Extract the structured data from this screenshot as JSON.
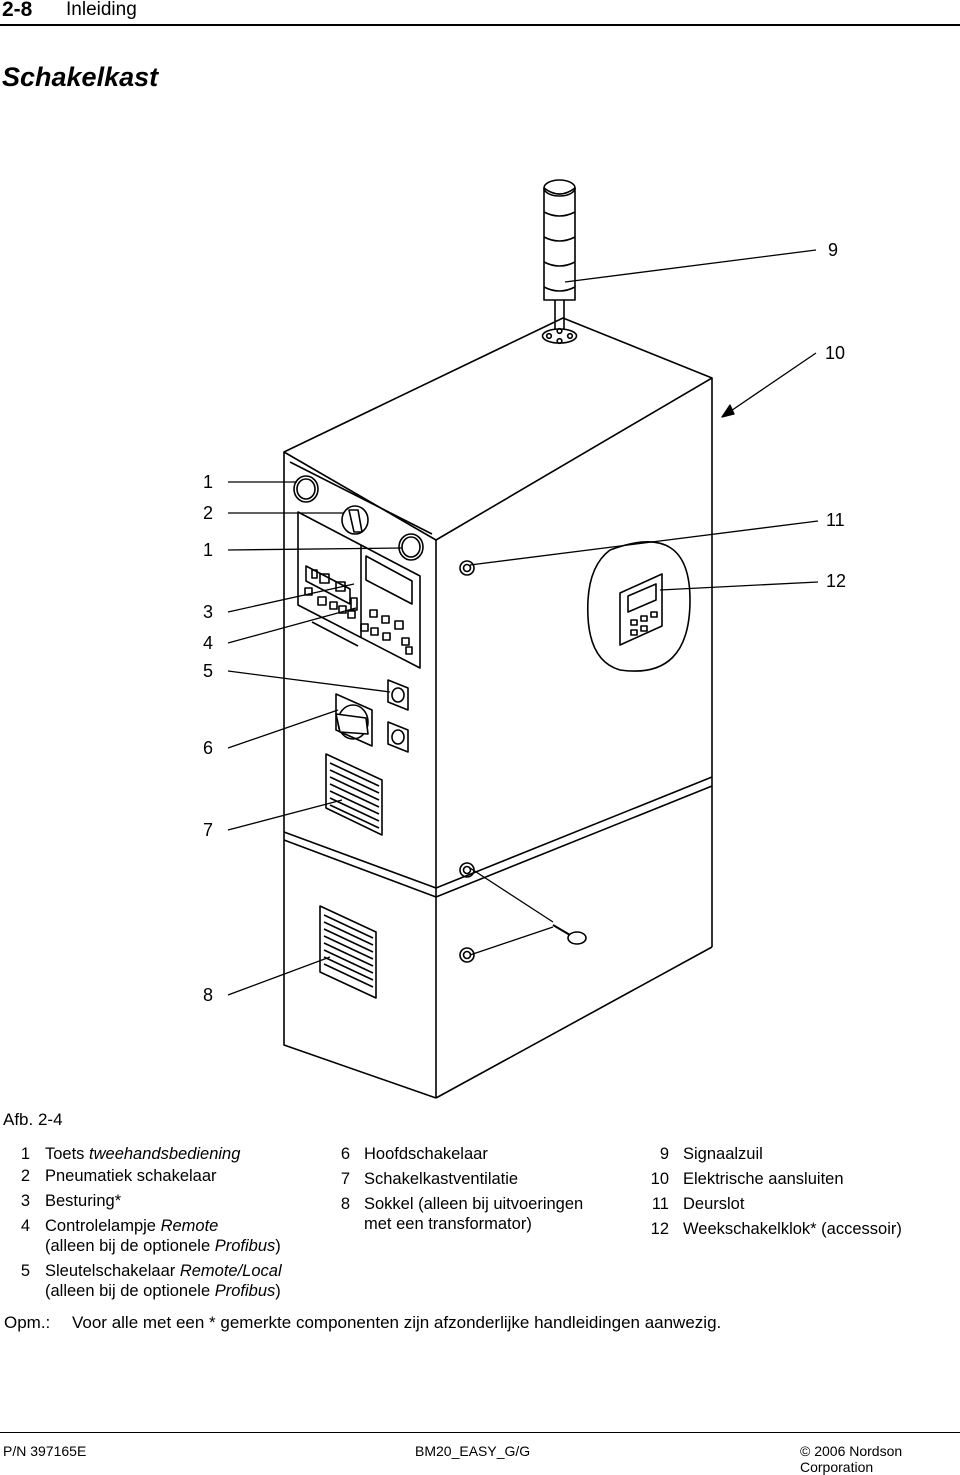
{
  "header": {
    "page_number": "2-8",
    "section": "Inleiding"
  },
  "title": "Schakelkast",
  "figure": {
    "callouts": [
      "9",
      "10",
      "1",
      "2",
      "1",
      "11",
      "12",
      "3",
      "4",
      "5",
      "6",
      "7",
      "8"
    ],
    "caption": "Afb. 2-4"
  },
  "legend": {
    "col1": [
      {
        "num": "1",
        "pre": "Toets ",
        "em": "tweehandsbediening",
        "post": ""
      },
      {
        "num": "2",
        "pre": "Pneumatiek schakelaar",
        "em": "",
        "post": ""
      },
      {
        "num": "3",
        "pre": "Besturing*",
        "em": "",
        "post": ""
      },
      {
        "num": "4",
        "pre": "Controlelampje ",
        "em": "Remote",
        "post": ""
      },
      {
        "num": "",
        "pre": "(alleen bij de optionele ",
        "em": "Profibus",
        "post": ")"
      },
      {
        "num": "5",
        "pre": "Sleutelschakelaar ",
        "em": "Remote/Local",
        "post": ""
      },
      {
        "num": "",
        "pre": "(alleen bij de optionele ",
        "em": "Profibus",
        "post": ")"
      }
    ],
    "col2": [
      {
        "num": "6",
        "text": "Hoofdschakelaar"
      },
      {
        "num": "7",
        "text": "Schakelkastventilatie"
      },
      {
        "num": "8",
        "text": "Sokkel (alleen bij uitvoeringen"
      },
      {
        "num": "",
        "text": "met een transformator)"
      }
    ],
    "col3": [
      {
        "num": "9",
        "text": "Signaalzuil"
      },
      {
        "num": "10",
        "text": "Elektrische aansluiten"
      },
      {
        "num": "11",
        "text": "Deurslot"
      },
      {
        "num": "12",
        "text": "Weekschakelklok* (accessoir)"
      }
    ]
  },
  "note": {
    "label": "Opm.:",
    "text": "Voor alle met een * gemerkte componenten zijn afzonderlijke handleidingen aanwezig."
  },
  "footer": {
    "left": "P/N 397165E",
    "center": "BM20_EASY_G/G",
    "right": "2006 Nordson Corporation",
    "copyright_symbol": "©"
  }
}
